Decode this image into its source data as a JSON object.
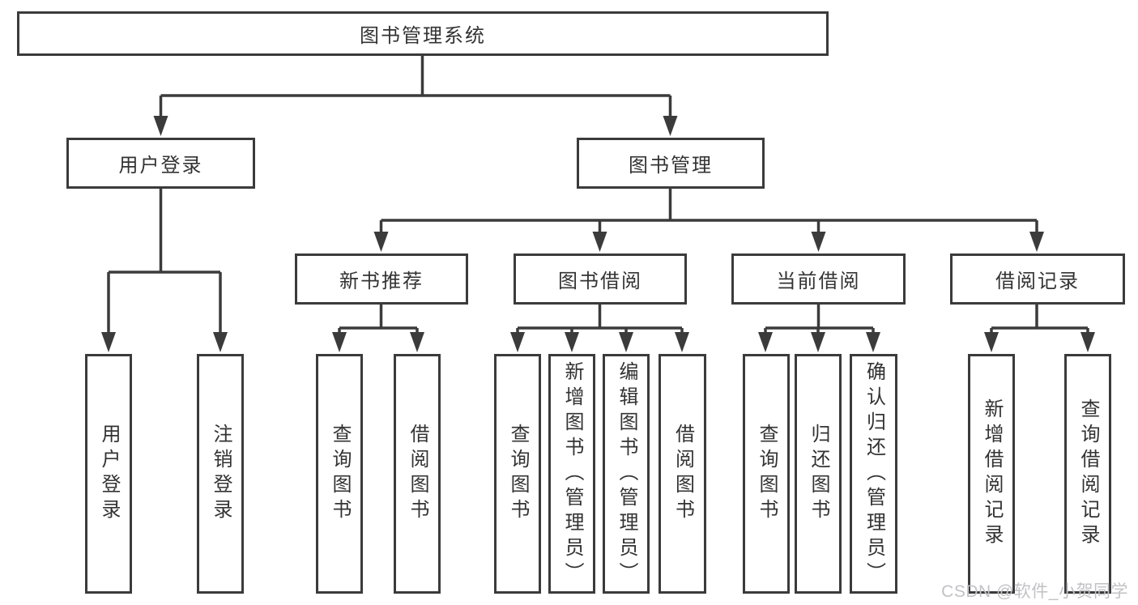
{
  "watermark": "CSDN @软件_小贺同学",
  "colors": {
    "line": "#3b3b3b",
    "box_border": "#3b3b3b",
    "text": "#333333",
    "watermark": "#c2c2c6",
    "background": "#ffffff"
  },
  "tree": {
    "root": "图书管理系统",
    "branches": [
      {
        "label": "用户登录",
        "children": [
          "用户登录",
          "注销登录"
        ]
      },
      {
        "label": "图书管理",
        "groups": [
          {
            "label": "新书推荐",
            "children": [
              "查询图书",
              "借阅图书"
            ]
          },
          {
            "label": "图书借阅",
            "children": [
              "查询图书",
              "新增图书（管理员）",
              "编辑图书（管理员）",
              "借阅图书"
            ]
          },
          {
            "label": "当前借阅",
            "children": [
              "查询图书",
              "归还图书",
              "确认归还（管理员）"
            ]
          },
          {
            "label": "借阅记录",
            "children": [
              "新增借阅记录",
              "查询借阅记录"
            ]
          }
        ]
      }
    ]
  }
}
